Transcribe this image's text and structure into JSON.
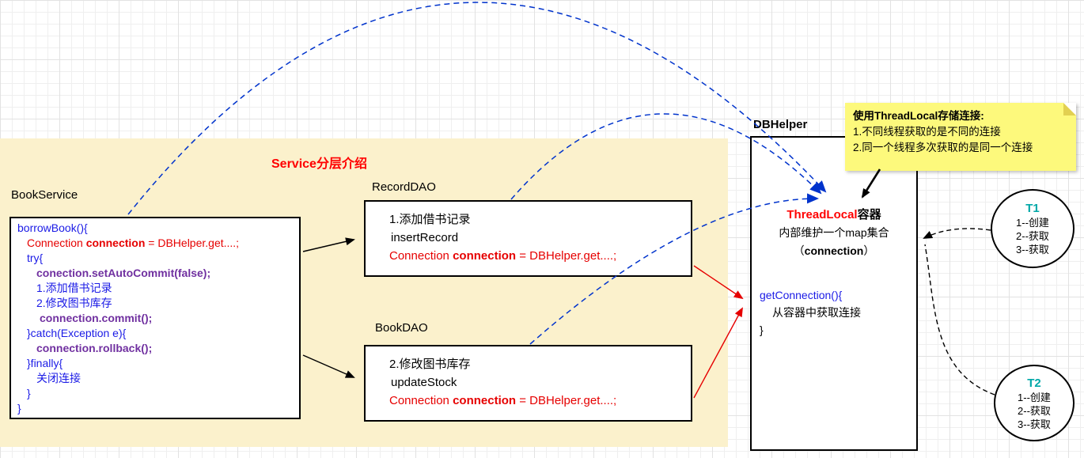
{
  "panel": {
    "title": "Service分层介绍"
  },
  "book_service": {
    "label": "BookService",
    "code": {
      "open": "borrowBook(){",
      "conn_pre": "Connection ",
      "conn_bold": "connection",
      "conn_post": " = DBHelper.get....;",
      "try_open": "try{",
      "autocommit": "conection.setAutoCommit(false);",
      "step1": "1.添加借书记录",
      "step2": "2.修改图书库存",
      "commit": "connection.commit();",
      "catch_open": "}catch(Exception e){",
      "rollback": "connection.rollback();",
      "finally_open": "}finally{",
      "close_connection": "关闭连接",
      "brace_inner": "}",
      "brace_outer": "}"
    }
  },
  "record_dao": {
    "label": "RecordDAO",
    "step": "1.添加借书记录",
    "method": "insertRecord",
    "conn_pre": "Connection ",
    "conn_bold": "connection",
    "conn_post": " = DBHelper.get....;"
  },
  "book_dao": {
    "label": "BookDAO",
    "step": "2.修改图书库存",
    "method": "updateStock",
    "conn_pre": "Connection ",
    "conn_bold": "connection",
    "conn_post": " = DBHelper.get....;"
  },
  "db_helper": {
    "label": "DBHelper",
    "threadlocal": "ThreadLocal",
    "container_suffix": "容器",
    "map_line": "内部维护一个map集合",
    "paren_open": "（",
    "conn_bold": "connection",
    "paren_close": "）",
    "method_open": "getConnection(){",
    "method_body": "从容器中获取连接",
    "method_close": "}"
  },
  "note": {
    "title": "使用ThreadLocal存储连接:",
    "line1": "1.不同线程获取的是不同的连接",
    "line2": "2.同一个线程多次获取的是同一个连接"
  },
  "threads": [
    {
      "name": "T1",
      "lines": [
        "1--创建",
        "2--获取",
        "3--获取"
      ]
    },
    {
      "name": "T2",
      "lines": [
        "1--创建",
        "2--获取",
        "3--获取"
      ]
    }
  ],
  "colors": {
    "panel_bg": "#FBF1CC",
    "note_bg": "#FDF97C",
    "title_red": "#FF0000",
    "code_blue": "#1A1AE6",
    "code_red": "#E60000",
    "code_purple": "#7030A0",
    "thread_teal": "#00A8A8",
    "arrow_blue": "#0033CC",
    "arrow_red": "#E60000",
    "arrow_black": "#000000"
  }
}
